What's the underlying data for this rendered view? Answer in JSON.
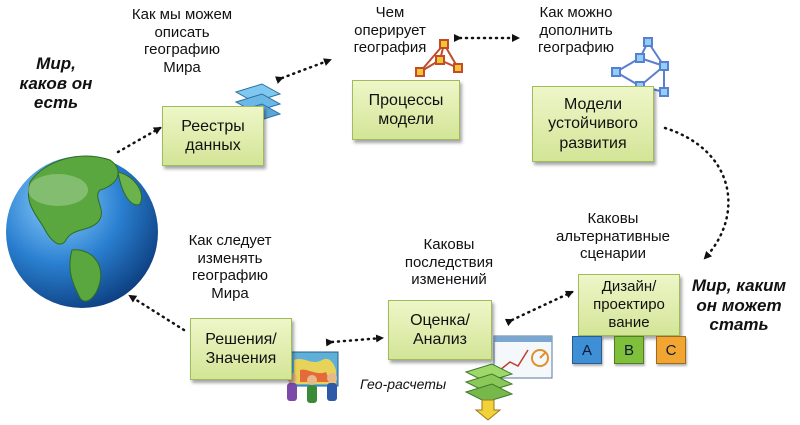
{
  "side_labels": {
    "world_as_is": "Мир,\nкаков он\nесть",
    "world_could_be": "Мир, каким\nон может\nстать"
  },
  "questions": {
    "describe": "Как мы можем\nописать\nгеографию\nМира",
    "operate": "Чем\nоперирует\nгеография",
    "extend": "Как можно\nдополнить\nгеографию",
    "alternatives": "Каковы\nальтернативные\nсценарии",
    "consequences": "Каковы\nпоследствия\nизменений",
    "change": "Как следует\nизменять\nгеографию\nМира"
  },
  "boxes": {
    "registries": "Реестры\nданных",
    "processes": "Процессы\nмодели",
    "sustainable": "Модели\nустойчивого\nразвития",
    "design": "Дизайн/\nпроектиро\nвание",
    "assessment": "Оценка/\nАнализ",
    "decisions": "Решения/\nЗначения"
  },
  "geo_label": "Гео-расчеты",
  "options": [
    {
      "label": "A",
      "color": "#3f8fd6"
    },
    {
      "label": "B",
      "color": "#7fbf3a"
    },
    {
      "label": "C",
      "color": "#f2a531"
    }
  ],
  "colors": {
    "box_fill": "#dbe9a5",
    "box_border": "#9fbb5b",
    "ocean": "#1f6fbe",
    "land": "#4f9a3a"
  }
}
